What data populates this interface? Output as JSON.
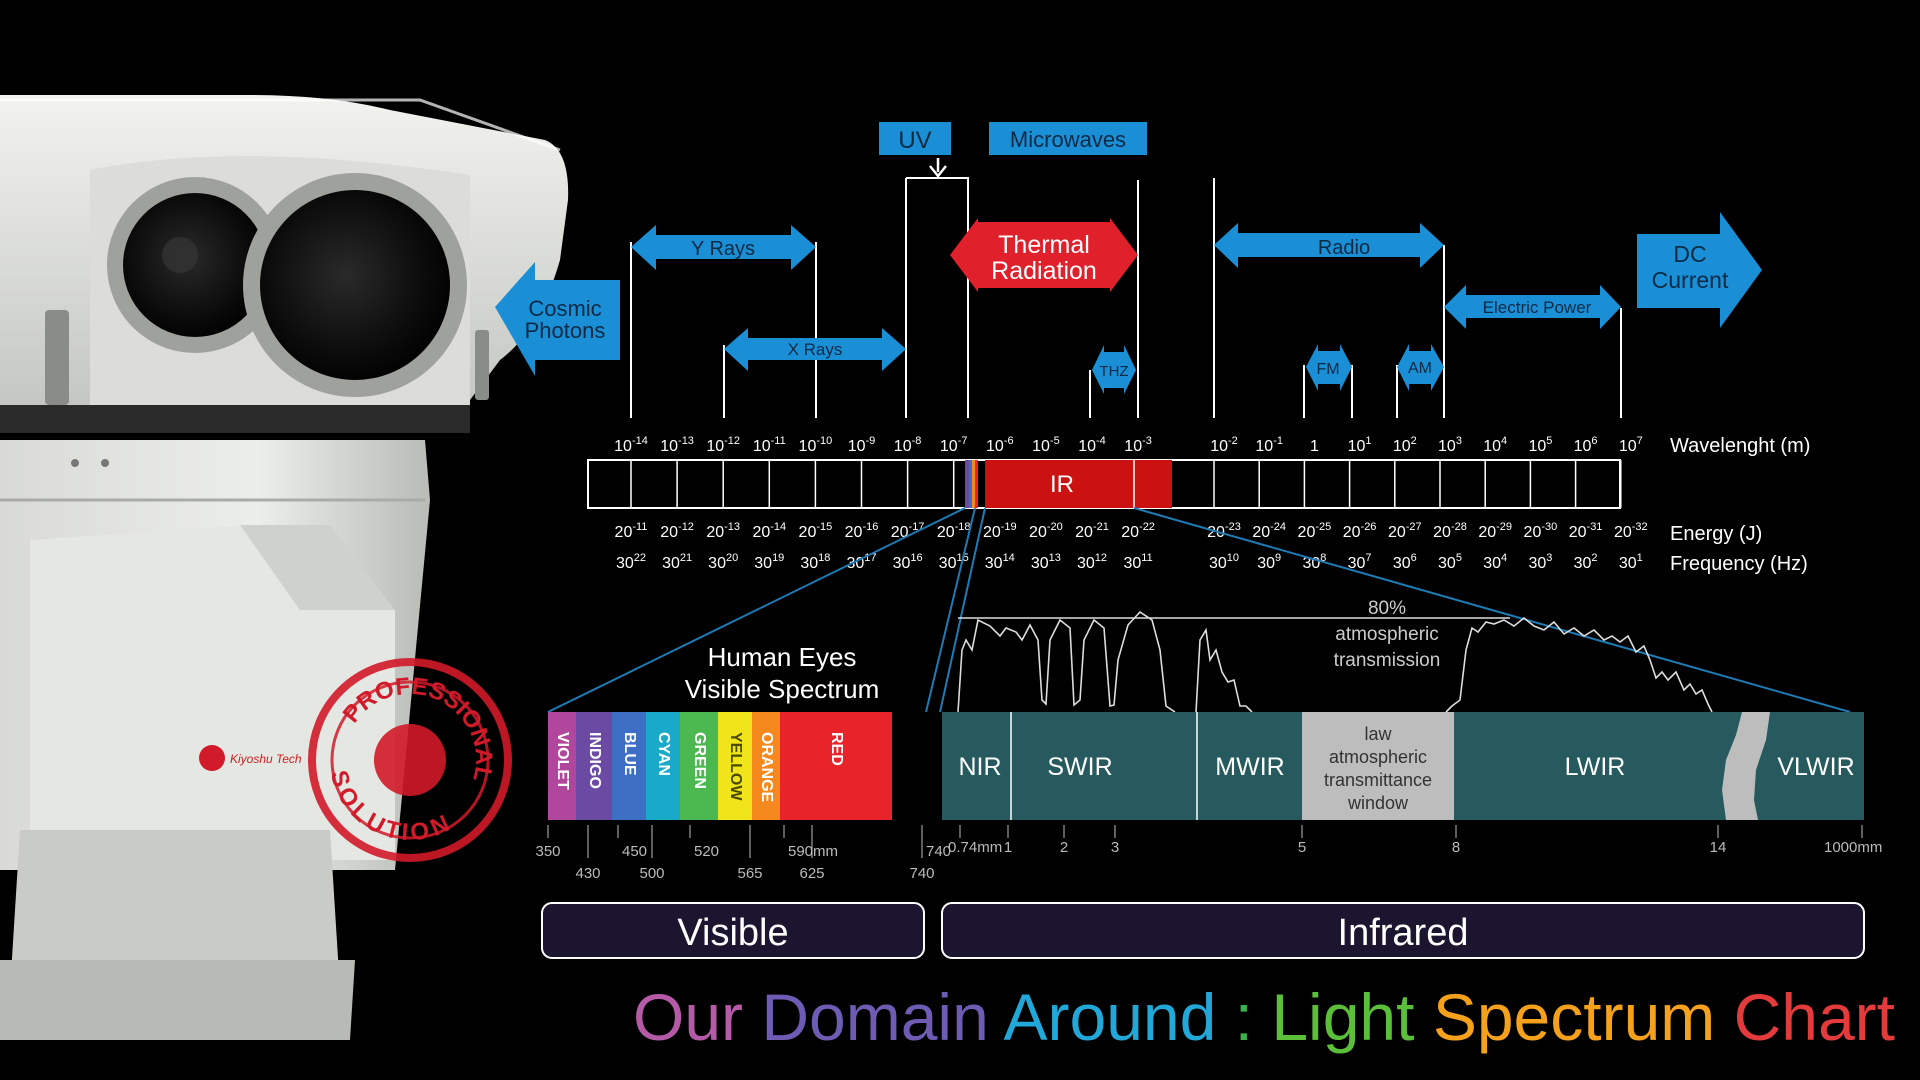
{
  "colors": {
    "background": "#000000",
    "arrow_blue": "#1a8fd6",
    "label_blue": "#1a8fd6",
    "thermal_red": "#e0202a",
    "ir_red": "#cc1111",
    "teal_band": "#265a5e",
    "gray_band": "#bdbdbd",
    "pill_bg": "#1c1530",
    "stamp_red": "#d11a2a"
  },
  "top_labels": {
    "uv": "UV",
    "microwaves": "Microwaves"
  },
  "arrows": {
    "cosmic": "Cosmic Photons",
    "y_rays": "Y Rays",
    "x_rays": "X Rays",
    "thermal": "Thermal Radiation",
    "thz": "THZ",
    "radio": "Radio",
    "fm": "FM",
    "am": "AM",
    "electric": "Electric Power",
    "dc": "DC Current"
  },
  "scale": {
    "wavelength_label": "Wavelenght (m)",
    "energy_label": "Energy (J)",
    "frequency_label": "Frequency (Hz)",
    "ir_label": "IR",
    "wavelength_left": [
      {
        "b": "10",
        "e": "-14"
      },
      {
        "b": "10",
        "e": "-13"
      },
      {
        "b": "10",
        "e": "-12"
      },
      {
        "b": "10",
        "e": "-11"
      },
      {
        "b": "10",
        "e": "-10"
      },
      {
        "b": "10",
        "e": "-9"
      },
      {
        "b": "10",
        "e": "-8"
      },
      {
        "b": "10",
        "e": "-7"
      },
      {
        "b": "10",
        "e": "-6"
      },
      {
        "b": "10",
        "e": "-5"
      },
      {
        "b": "10",
        "e": "-4"
      },
      {
        "b": "10",
        "e": "-3"
      }
    ],
    "wavelength_right": [
      {
        "b": "10",
        "e": "-2"
      },
      {
        "b": "10",
        "e": "-1"
      },
      {
        "b": "1",
        "e": ""
      },
      {
        "b": "10",
        "e": "1"
      },
      {
        "b": "10",
        "e": "2"
      },
      {
        "b": "10",
        "e": "3"
      },
      {
        "b": "10",
        "e": "4"
      },
      {
        "b": "10",
        "e": "5"
      },
      {
        "b": "10",
        "e": "6"
      },
      {
        "b": "10",
        "e": "7"
      }
    ],
    "energy_left": [
      {
        "b": "20",
        "e": "-11"
      },
      {
        "b": "20",
        "e": "-12"
      },
      {
        "b": "20",
        "e": "-13"
      },
      {
        "b": "20",
        "e": "-14"
      },
      {
        "b": "20",
        "e": "-15"
      },
      {
        "b": "20",
        "e": "-16"
      },
      {
        "b": "20",
        "e": "-17"
      },
      {
        "b": "20",
        "e": "-18"
      },
      {
        "b": "20",
        "e": "-19"
      },
      {
        "b": "20",
        "e": "-20"
      },
      {
        "b": "20",
        "e": "-21"
      },
      {
        "b": "20",
        "e": "-22"
      }
    ],
    "energy_right": [
      {
        "b": "20",
        "e": "-23"
      },
      {
        "b": "20",
        "e": "-24"
      },
      {
        "b": "20",
        "e": "-25"
      },
      {
        "b": "20",
        "e": "-26"
      },
      {
        "b": "20",
        "e": "-27"
      },
      {
        "b": "20",
        "e": "-28"
      },
      {
        "b": "20",
        "e": "-29"
      },
      {
        "b": "20",
        "e": "-30"
      },
      {
        "b": "20",
        "e": "-31"
      },
      {
        "b": "20",
        "e": "-32"
      }
    ],
    "frequency_left": [
      {
        "b": "30",
        "e": "22"
      },
      {
        "b": "30",
        "e": "21"
      },
      {
        "b": "30",
        "e": "20"
      },
      {
        "b": "30",
        "e": "19"
      },
      {
        "b": "30",
        "e": "18"
      },
      {
        "b": "30",
        "e": "17"
      },
      {
        "b": "30",
        "e": "16"
      },
      {
        "b": "30",
        "e": "15"
      },
      {
        "b": "30",
        "e": "14"
      },
      {
        "b": "30",
        "e": "13"
      },
      {
        "b": "30",
        "e": "12"
      },
      {
        "b": "30",
        "e": "11"
      }
    ],
    "frequency_right": [
      {
        "b": "30",
        "e": "10"
      },
      {
        "b": "30",
        "e": "9"
      },
      {
        "b": "30",
        "e": "8"
      },
      {
        "b": "30",
        "e": "7"
      },
      {
        "b": "30",
        "e": "6"
      },
      {
        "b": "30",
        "e": "5"
      },
      {
        "b": "30",
        "e": "4"
      },
      {
        "b": "30",
        "e": "3"
      },
      {
        "b": "30",
        "e": "2"
      },
      {
        "b": "30",
        "e": "1"
      }
    ]
  },
  "visible": {
    "title_line1": "Human Eyes",
    "title_line2": "Visible Spectrum",
    "bands": [
      {
        "name": "VIOLET",
        "color": "#b0479c"
      },
      {
        "name": "INDIGO",
        "color": "#6a4aa3"
      },
      {
        "name": "BLUE",
        "color": "#3d6fc4"
      },
      {
        "name": "CYAN",
        "color": "#19a9c9"
      },
      {
        "name": "GREEN",
        "color": "#4cb850"
      },
      {
        "name": "YELLOW",
        "color": "#f0e51a"
      },
      {
        "name": "ORANGE",
        "color": "#f5891e"
      },
      {
        "name": "RED",
        "color": "#e8232a"
      }
    ],
    "ticks_top": [
      "350",
      "450",
      "520",
      "590mm",
      "740"
    ],
    "ticks_bottom": [
      "430",
      "500",
      "565",
      "625",
      "740"
    ]
  },
  "infrared": {
    "transmission_label": [
      "80%",
      "atmospheric",
      "transmission"
    ],
    "bands": [
      "NIR",
      "SWIR",
      "MWIR",
      "law atmospheric transmittance window",
      "LWIR",
      "VLWIR"
    ],
    "ticks": [
      "0.74mm",
      "1",
      "2",
      "3",
      "5",
      "8",
      "14",
      "1000mm"
    ]
  },
  "footer": {
    "visible_label": "Visible",
    "infrared_label": "Infrared",
    "title_words": [
      {
        "text": "Our",
        "color": "#b55aa6"
      },
      {
        "text": "Domain",
        "color": "#6e5cb4"
      },
      {
        "text": "Around",
        "color": "#22a8d8"
      },
      {
        "text": ":",
        "color": "#37b34a"
      },
      {
        "text": "Light",
        "color": "#5cbf3a"
      },
      {
        "text": "Spectrum",
        "color": "#f5a11c"
      },
      {
        "text": "Chart",
        "color": "#e33b3b"
      }
    ]
  },
  "logo": {
    "brand": "Kiyoshu Tech"
  },
  "stamp": {
    "top": "PROFESSIONAL",
    "bottom": "SOLUTION"
  }
}
